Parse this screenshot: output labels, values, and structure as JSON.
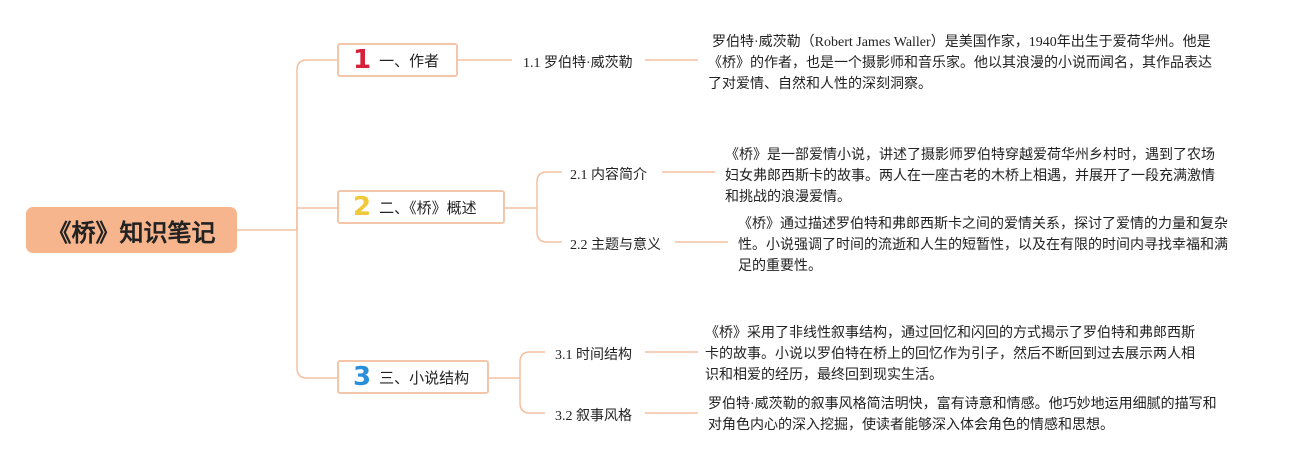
{
  "root": {
    "title": "《桥》知识笔记"
  },
  "colors": {
    "root_bg": "#f7b58d",
    "link": "#f4c0a0",
    "num1": "#d6213a",
    "num2": "#f0c93a",
    "num3": "#2a8fd8"
  },
  "branches": [
    {
      "num": "1",
      "label": "一、作者",
      "subs": [
        {
          "label": "1.1 罗伯特·威茨勒",
          "desc": "罗伯特·威茨勒（Robert James Waller）是美国作家，1940年出生于爱荷华州。他是《桥》的作者，也是一个摄影师和音乐家。他以其浪漫的小说而闻名，其作品表达了对爱情、自然和人性的深刻洞察。"
        }
      ]
    },
    {
      "num": "2",
      "label": "二、《桥》概述",
      "subs": [
        {
          "label": "2.1 内容简介",
          "desc": "《桥》是一部爱情小说，讲述了摄影师罗伯特穿越爱荷华州乡村时，遇到了农场妇女弗郎西斯卡的故事。两人在一座古老的木桥上相遇，并展开了一段充满激情和挑战的浪漫爱情。"
        },
        {
          "label": "2.2 主题与意义",
          "desc": "《桥》通过描述罗伯特和弗郎西斯卡之间的爱情关系，探讨了爱情的力量和复杂性。小说强调了时间的流逝和人生的短暂性，以及在有限的时间内寻找幸福和满足的重要性。"
        }
      ]
    },
    {
      "num": "3",
      "label": "三、小说结构",
      "subs": [
        {
          "label": "3.1 时间结构",
          "desc": "《桥》采用了非线性叙事结构，通过回忆和闪回的方式揭示了罗伯特和弗郎西斯卡的故事。小说以罗伯特在桥上的回忆作为引子，然后不断回到过去展示两人相识和相爱的经历，最终回到现实生活。"
        },
        {
          "label": "3.2 叙事风格",
          "desc": "罗伯特·威茨勒的叙事风格简洁明快，富有诗意和情感。他巧妙地运用细腻的描写和对角色内心的深入挖掘，使读者能够深入体会角色的情感和思想。"
        }
      ]
    }
  ]
}
